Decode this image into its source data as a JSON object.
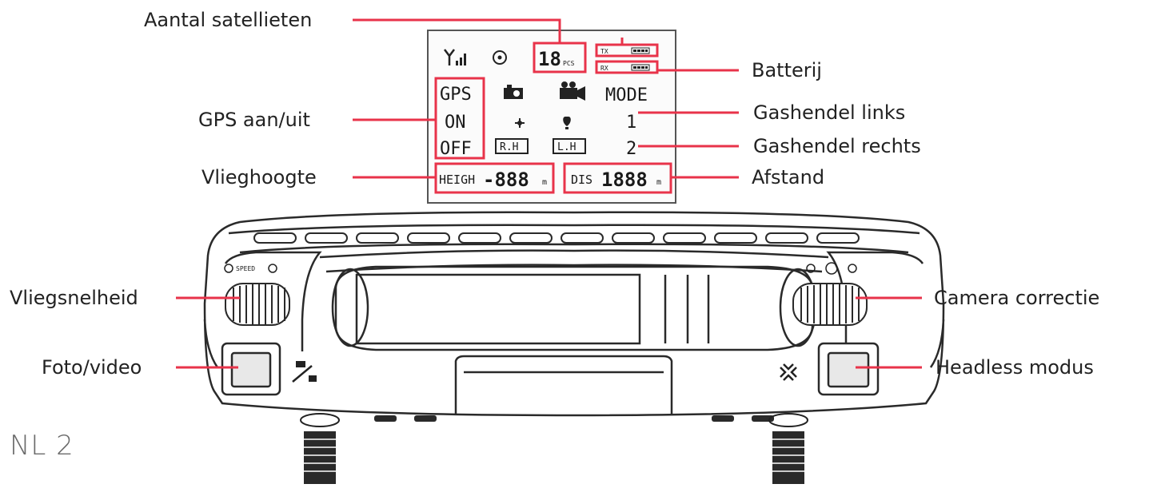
{
  "labels": {
    "satellites": "Aantal satellieten",
    "battery": "Batterij",
    "gps_toggle": "GPS aan/uit",
    "throttle_left": "Gashendel links",
    "throttle_right": "Gashendel rechts",
    "altitude": "Vlieghoogte",
    "distance": "Afstand",
    "speed": "Vliegsnelheid",
    "camera_correction": "Camera correctie",
    "photo_video": "Foto/video",
    "headless_mode": "Headless modus"
  },
  "lcd": {
    "gps": "GPS",
    "on": "ON",
    "off": "OFF",
    "mode": "MODE",
    "mode_1": "1",
    "mode_2": "2",
    "sat_count": "18",
    "sat_unit": "PCS",
    "tx": "TX",
    "rx": "RX",
    "rh": "R.H",
    "lh": "L.H",
    "height_label": "HEIGH",
    "height_value": "-888",
    "height_unit": "m",
    "dis_label": "DIS",
    "dis_value": "1888",
    "dis_unit": "m"
  },
  "controller": {
    "speed_label": "SPEED"
  },
  "page_number": "NL 2",
  "colors": {
    "callout": "#e8334a",
    "outline": "#2a2a2a"
  }
}
